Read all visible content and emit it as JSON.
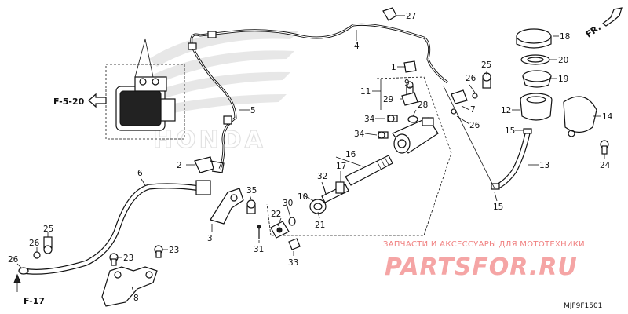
{
  "diagram": {
    "refs": {
      "f520": "F-5-20",
      "f17": "F-17",
      "fr": "FR."
    },
    "code": "MJF9F1501",
    "watermark": {
      "tagline": "ЗАПЧАСТИ И АКСЕССУАРЫ ДЛЯ МОТОТЕХНИКИ",
      "brand": "PARTSFOR.RU",
      "bg_logo": "HONDA"
    },
    "labels": {
      "l1": "1",
      "l2": "2",
      "l3": "3",
      "l4": "4",
      "l5": "5",
      "l6": "6",
      "l7": "7",
      "l8": "8",
      "l9": "9",
      "l10": "10",
      "l11": "11",
      "l12": "12",
      "l13": "13",
      "l14": "14",
      "l15a": "15",
      "l15b": "15",
      "l16": "16",
      "l17": "17",
      "l18": "18",
      "l19": "19",
      "l20": "20",
      "l21": "21",
      "l22": "22",
      "l23a": "23",
      "l23b": "23",
      "l24": "24",
      "l25a": "25",
      "l25b": "25",
      "l26a": "26",
      "l26b": "26",
      "l26c": "26",
      "l26d": "26",
      "l27": "27",
      "l28": "28",
      "l29": "29",
      "l30": "30",
      "l31": "31",
      "l32": "32",
      "l33": "33",
      "l34a": "34",
      "l34b": "34",
      "l35": "35"
    }
  }
}
